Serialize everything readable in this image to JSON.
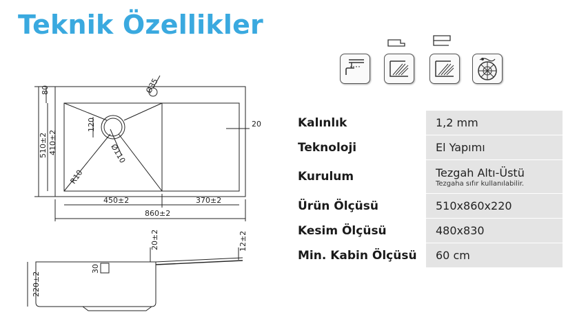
{
  "title": "Teknik Özellikler",
  "icons": [
    {
      "name": "undermount-icon"
    },
    {
      "name": "countertop-top-icon"
    },
    {
      "name": "countertop-flush-icon"
    },
    {
      "name": "strainer-icon"
    }
  ],
  "specs": [
    {
      "label": "Kalınlık",
      "value": "1,2 mm"
    },
    {
      "label": "Teknoloji",
      "value": "El Yapımı"
    },
    {
      "label": "Kurulum",
      "value": "Tezgah Altı-Üstü",
      "note": "Tezgaha sıfır kullanılabilir."
    },
    {
      "label": "Ürün Ölçüsü",
      "value": "510x860x220"
    },
    {
      "label": "Kesim Ölçüsü",
      "value": "480x830"
    },
    {
      "label": "Min. Kabin Ölçüsü",
      "value": "60 cm"
    }
  ],
  "drawing": {
    "top_view": {
      "drain_diameter": "Ø35",
      "bowl_drain_diameter": "Ø110",
      "drain_offset": "120",
      "radius": "R10",
      "rim_offset": "20",
      "edge_depth": "80",
      "total_depth": "510±2",
      "bowl_depth": "410±2",
      "bowl_width": "450±2",
      "drainboard_width": "370±2",
      "total_width": "860±2"
    },
    "side_view": {
      "rim_height": "20±2",
      "overflow_height": "30",
      "drainboard_thickness": "12±2",
      "total_height": "220±2"
    }
  },
  "colors": {
    "title": "#3aa9df",
    "value_bg": "#e4e4e4"
  }
}
